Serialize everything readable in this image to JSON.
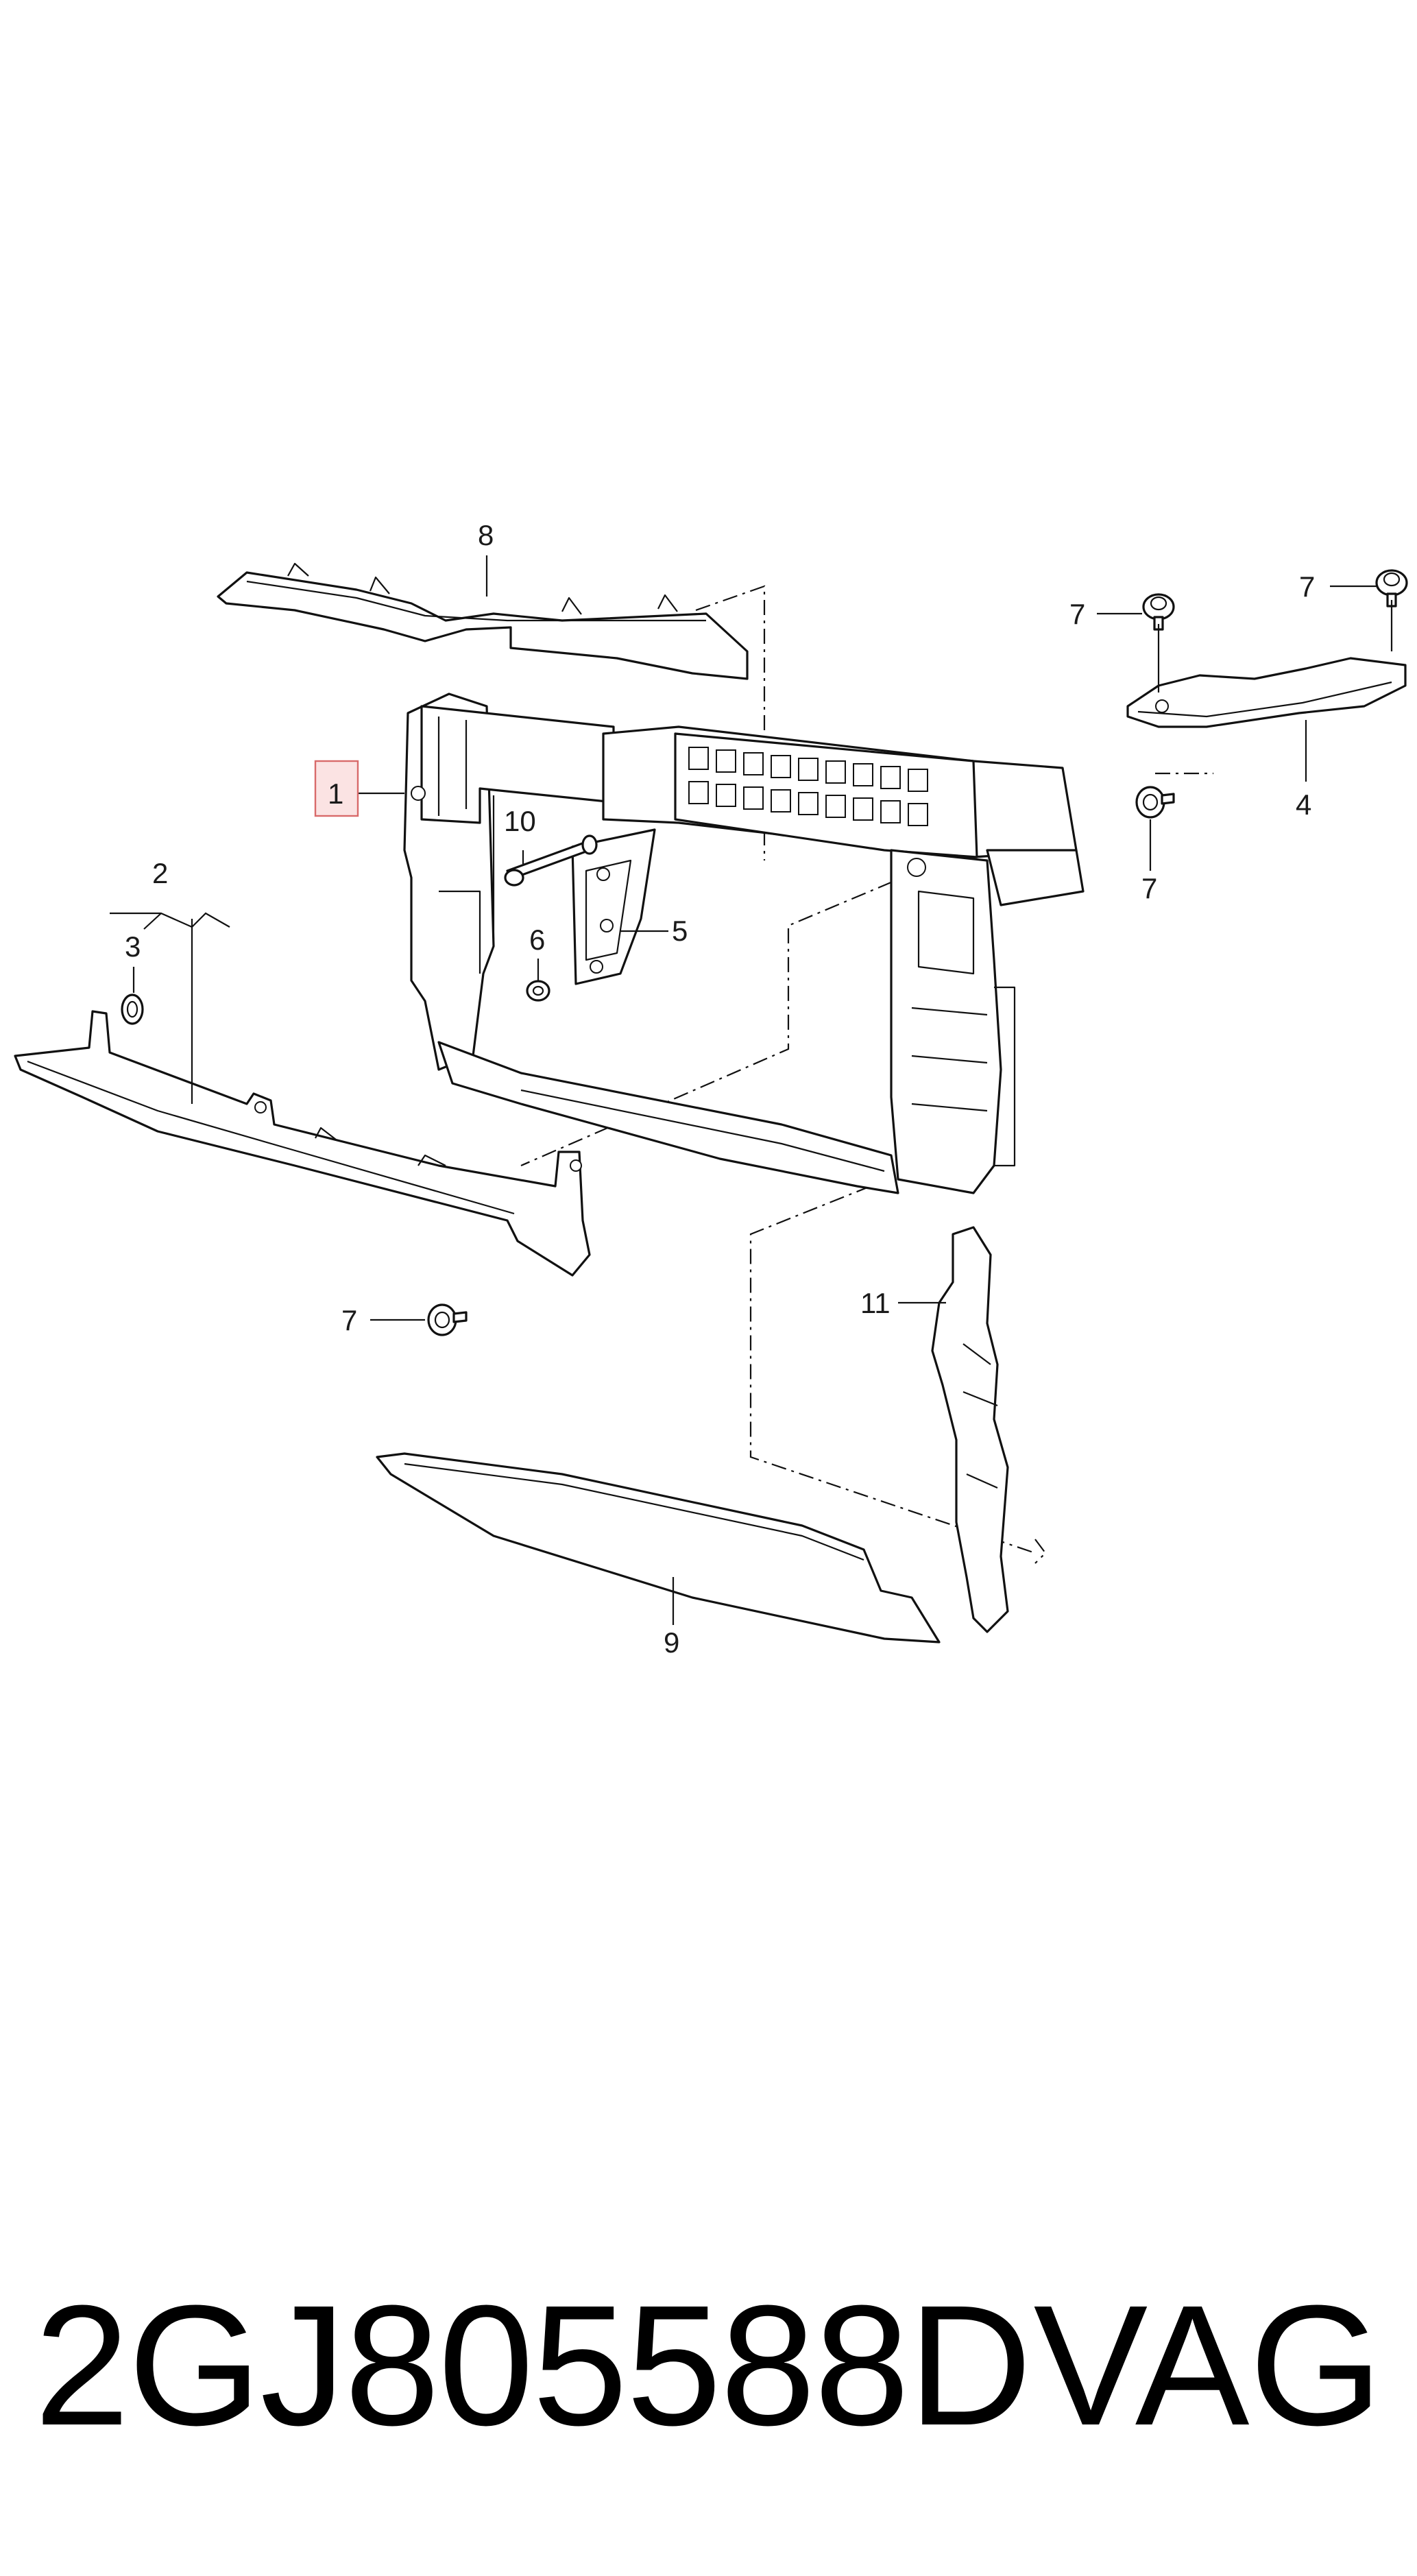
{
  "diagram": {
    "callouts": {
      "c1": "1",
      "c2": "2",
      "c3": "3",
      "c4": "4",
      "c5": "5",
      "c6": "6",
      "c7a": "7",
      "c7b": "7",
      "c7c": "7",
      "c7d": "7",
      "c8": "8",
      "c9": "9",
      "c10": "10",
      "c11": "11"
    },
    "highlight_color": "#d86a6a"
  },
  "footer": {
    "part_number": "2GJ805588D",
    "brand": "VAG"
  }
}
